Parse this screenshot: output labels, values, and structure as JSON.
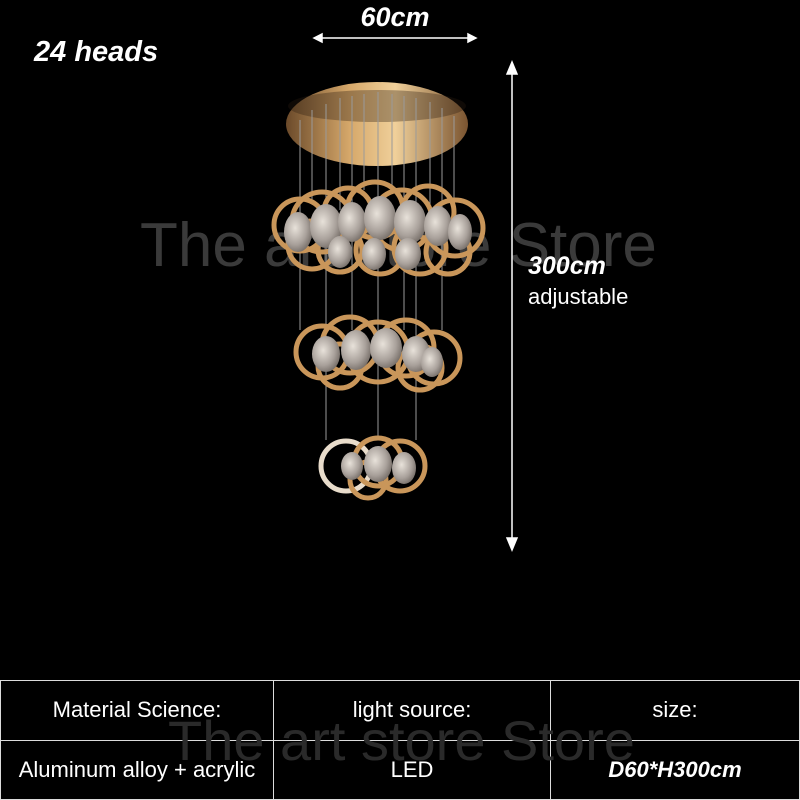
{
  "product": {
    "heads_label": "24 heads",
    "width_label": "60cm",
    "height_label": "300cm",
    "height_note": "adjustable",
    "watermark_top": "The art store Store",
    "watermark_bottom": "The art store Store"
  },
  "specs": {
    "headers": [
      "Material Science:",
      "light source:",
      "size:"
    ],
    "values": [
      "Aluminum alloy + acrylic",
      "LED",
      "D60*H300cm"
    ]
  },
  "colors": {
    "background": "#000000",
    "gold": "#c9965a",
    "text": "#ffffff",
    "watermark": "#3a3a3a"
  }
}
